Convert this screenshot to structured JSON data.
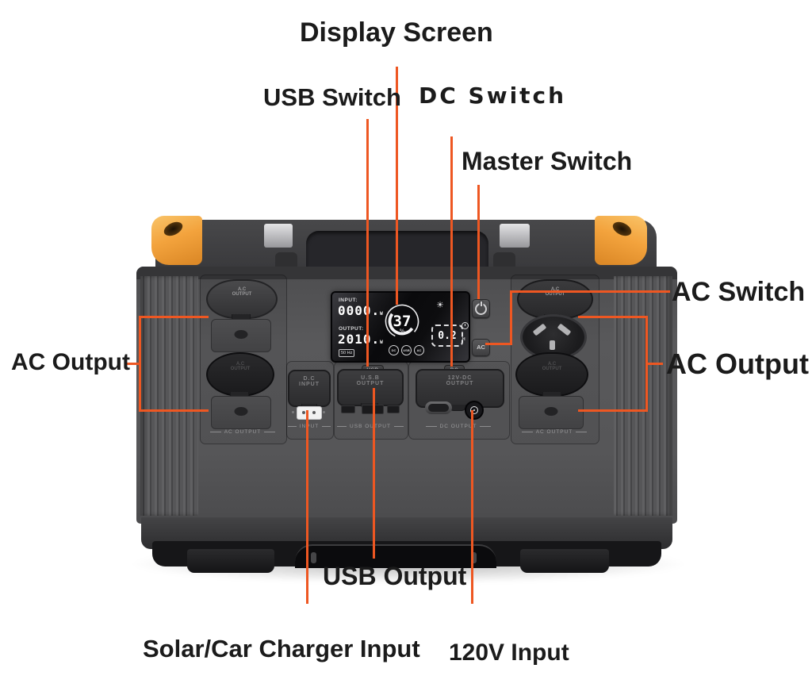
{
  "colors": {
    "leader_line": "#ee5722",
    "corner_accent": "#f3a33d",
    "label_text": "#1b1b1b"
  },
  "callouts": {
    "display_screen": "Display Screen",
    "usb_switch": "USB Switch",
    "dc_switch": "DC Switch",
    "master_switch": "Master Switch",
    "ac_switch": "AC Switch",
    "ac_output_left": "AC Output",
    "ac_output_right": "AC Output",
    "usb_output": "USB Output",
    "solar_car_charger_input": "Solar/Car Charger Input",
    "input_120v": "120V Input"
  },
  "device": {
    "screen": {
      "input_label": "INPUT:",
      "input_value": "0000.",
      "input_unit": "W",
      "output_label": "OUTPUT:",
      "output_value": "2010.",
      "output_unit": "W",
      "frequency": "50 Hz",
      "battery_percent": "37",
      "percent_sign": "%",
      "time_remaining": "0.2",
      "time_unit": "H",
      "status_icons": [
        "DC",
        "USB",
        "AC"
      ]
    },
    "buttons": {
      "ac": "AC"
    },
    "tabs": {
      "usb": "USB",
      "dc": "DC"
    },
    "covers": {
      "ac_lid": {
        "line1": "A.C",
        "line2": "OUTPUT"
      },
      "dc_input": {
        "line1": "D.C",
        "line2": "INPUT"
      },
      "usb_output": {
        "line1": "U.S.B",
        "line2": "OUTPUT"
      },
      "dc_12v": {
        "line1": "12V-DC",
        "line2": "OUTPUT"
      }
    },
    "panel_labels": {
      "ac_left": "AC OUTPUT",
      "ac_right": "AC OUTPUT",
      "input": "INPUT",
      "usb": "USB OUTPUT",
      "dc": "DC OUTPUT"
    }
  }
}
